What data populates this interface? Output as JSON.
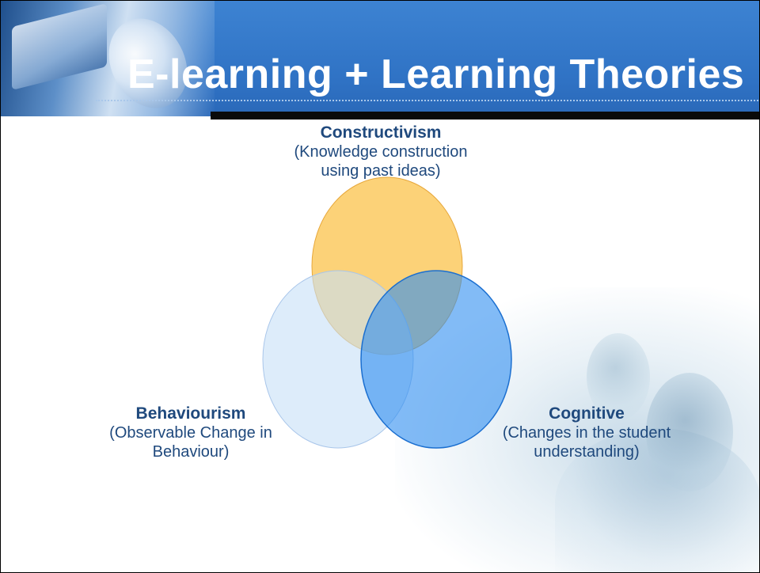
{
  "slide": {
    "title": "E-learning + Learning Theories"
  },
  "diagram": {
    "type": "venn",
    "sets": [
      {
        "key": "constructivism",
        "heading": "Constructivism",
        "description_line1": "(Knowledge construction",
        "description_line2": "using past ideas)",
        "color": "#fbc756"
      },
      {
        "key": "behaviourism",
        "heading": "Behaviourism",
        "description_line1": "(Observable Change in",
        "description_line2": "Behaviour)",
        "color": "#c7dff7"
      },
      {
        "key": "cognitive",
        "heading": "Cognitive",
        "description_line1": "(Changes in the student",
        "description_line2": "understanding)",
        "color": "#2f8ef0"
      }
    ]
  },
  "colors": {
    "header": "#3d83d2",
    "label_text": "#1f497d"
  }
}
